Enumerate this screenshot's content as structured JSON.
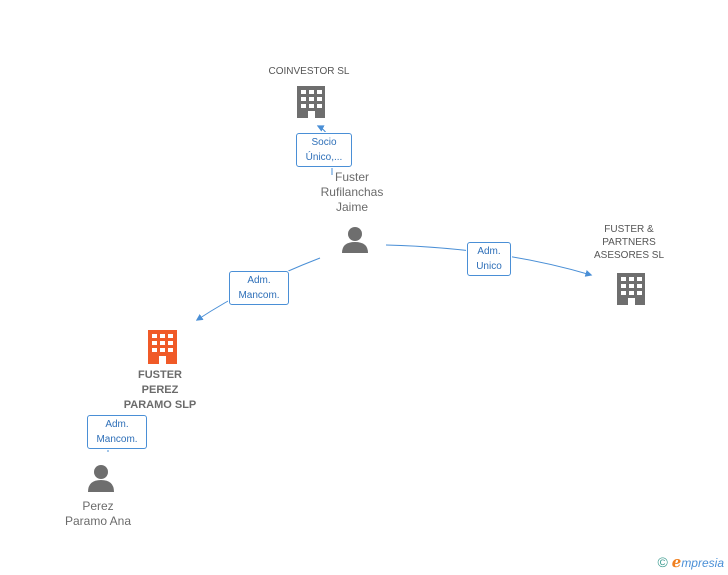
{
  "colors": {
    "edge": "#4a8fd6",
    "building_default": "#6e6e6e",
    "building_focus": "#f05a28",
    "person": "#6e6e6e"
  },
  "nodes": {
    "coinvestor": {
      "label": "COINVESTOR  SL",
      "icon": "building-icon"
    },
    "fuster_rufilanchas": {
      "label": "Fuster\nRufilanchas\nJaime",
      "icon": "person-icon"
    },
    "fuster_partners": {
      "label": "FUSTER &\nPARTNERS\nASESORES  SL",
      "icon": "building-icon"
    },
    "fuster_perez": {
      "label": "FUSTER\nPEREZ\nPARAMO  SLP",
      "icon": "building-icon"
    },
    "perez_paramo": {
      "label": "Perez\nParamo Ana",
      "icon": "person-icon"
    }
  },
  "edges": {
    "socio": {
      "label": "Socio\nÚnico,..."
    },
    "adm_mancom_1": {
      "label": "Adm.\nMancom."
    },
    "adm_unico": {
      "label": "Adm.\nUnico"
    },
    "adm_mancom_2": {
      "label": "Adm.\nMancom."
    }
  },
  "footer": {
    "copyright": "©",
    "brand_first": "ℯ",
    "brand_rest": "mpresia"
  }
}
